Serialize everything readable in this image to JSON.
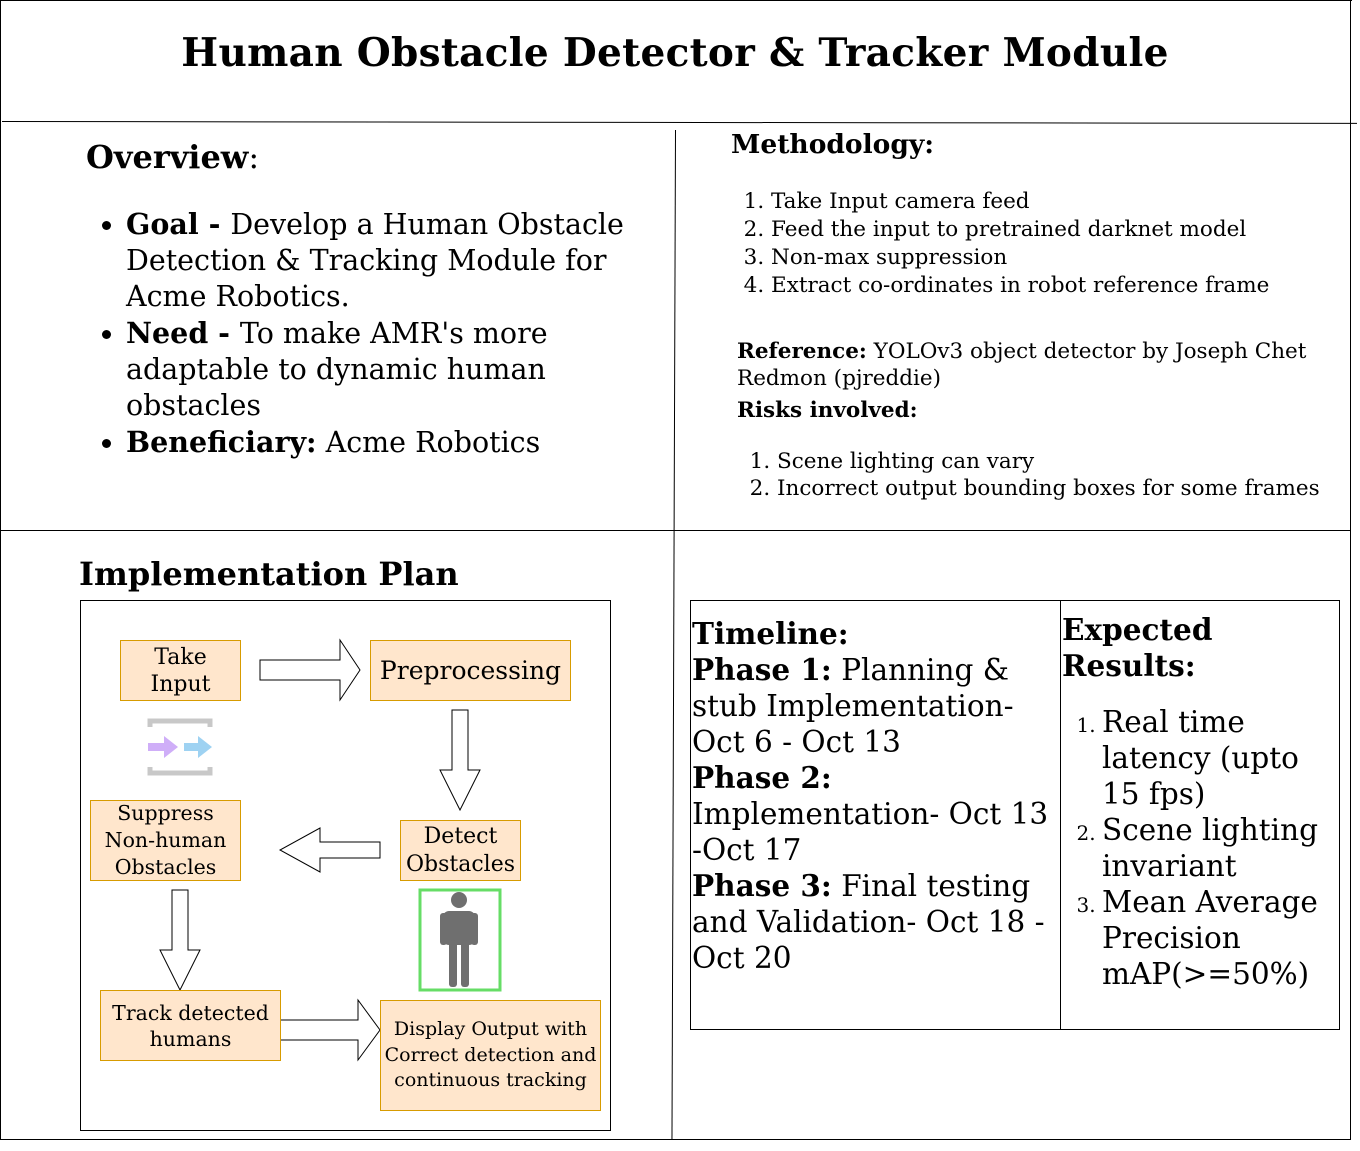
{
  "title": "Human Obstacle Detector & Tracker Module",
  "overview": {
    "heading": "Overview",
    "heading_suffix": ":",
    "items": [
      {
        "label": "Goal - ",
        "text": " Develop a Human Obstacle Detection & Tracking Module for Acme Robotics."
      },
      {
        "label": "Need - ",
        "text": "To make AMR's more adaptable to dynamic human obstacles"
      },
      {
        "label": "Beneficiary:",
        "text": " Acme Robotics"
      }
    ]
  },
  "methodology": {
    "heading": "Methodology:",
    "steps": [
      "Take Input camera feed",
      "Feed the input to pretrained darknet model",
      "Non-max suppression",
      "Extract co-ordinates in robot reference frame"
    ],
    "reference_label": "Reference:",
    "reference_text": " YOLOv3 object detector by Joseph Chet Redmon (pjreddie)",
    "risks_heading": "Risks involved:",
    "risks": [
      "Scene lighting can vary",
      "Incorrect output bounding boxes for some frames"
    ]
  },
  "implementation": {
    "heading": "Implementation Plan",
    "nodes": {
      "take_input": "Take Input",
      "preprocessing": "Preprocessing",
      "detect": "Detect Obstacles",
      "suppress": "Suppress Non-human Obstacles",
      "track": "Track detected humans",
      "display": "Display Output with Correct detection and continuous tracking"
    },
    "icons": [
      "transfer-arrows-icon",
      "person-icon"
    ],
    "colors": {
      "node_fill": "#ffe6cc",
      "node_border": "#d79b00",
      "person_box": "#66dd66",
      "person": "#6f6f6f"
    }
  },
  "timeline": {
    "heading": "Timeline:",
    "phases": [
      {
        "label": "Phase 1:",
        "text": "  Planning & stub Implementation- Oct 6 - Oct 13"
      },
      {
        "label": "Phase 2:",
        "text": " Implementation- Oct 13 -Oct 17"
      },
      {
        "label": "Phase 3:",
        "text": " Final testing and Validation- Oct 18 - Oct 20"
      }
    ]
  },
  "expected": {
    "heading": "Expected Results:",
    "items": [
      "Real time latency (upto 15 fps)",
      "Scene lighting invariant",
      "Mean Average Precision mAP(>=50%)"
    ]
  }
}
